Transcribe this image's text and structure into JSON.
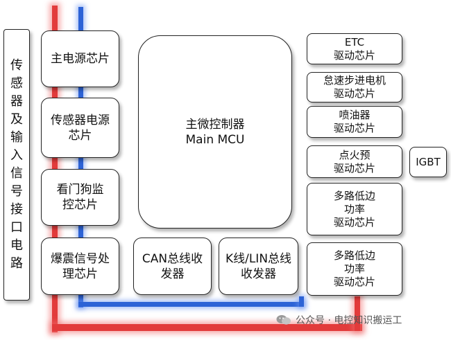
{
  "sensor_interface_label": "传感器及输入信号接口电路",
  "left_chips": [
    "主电源芯片",
    "传感器电源\n芯片",
    "看门狗监\n控芯片",
    "爆震信号处\n理芯片"
  ],
  "mcu": {
    "line1": "主微控制器",
    "line2": "Main MCU"
  },
  "bottom_chips": [
    "CAN总线收\n发器",
    "K线/LIN总线\n收发器"
  ],
  "right_chips": [
    "ETC\n驱动芯片",
    "怠速步进电机\n驱动芯片",
    "喷油器\n驱动芯片",
    "点火预\n驱动芯片",
    "多路低边\n功率\n驱动芯片",
    "多路低边\n功率\n驱动芯片"
  ],
  "igbt_label": "IGBT",
  "watermark": "公众号 · 电控知识搬运工",
  "colors": {
    "power_bus": "#e23b3b",
    "signal_bus": "#2d63d6"
  }
}
